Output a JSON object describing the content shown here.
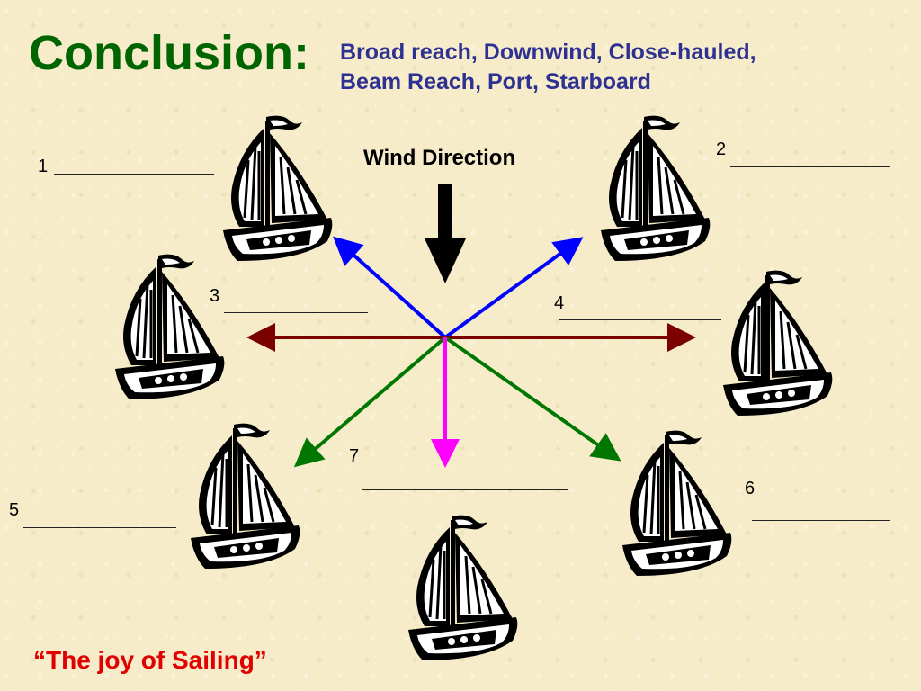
{
  "title": "Conclusion:",
  "terms_line1": "Broad reach, Downwind, Close-hauled,",
  "terms_line2": "Beam Reach, Port, Starboard",
  "wind_label": "Wind Direction",
  "labels": [
    "1",
    "2",
    "3",
    "4",
    "5",
    "6",
    "7"
  ],
  "quote": "“The joy of Sailing”",
  "colors": {
    "title": "#006400",
    "terms": "#2e3192",
    "quote": "#e00000",
    "arrow_close_hauled": "#0000ff",
    "arrow_beam": "#7b0000",
    "arrow_broad_reach": "#007700",
    "arrow_downwind": "#ff00ff",
    "wind_arrow": "#000000"
  },
  "icons": [
    "sailboat-icon",
    "wind-arrow-icon"
  ]
}
